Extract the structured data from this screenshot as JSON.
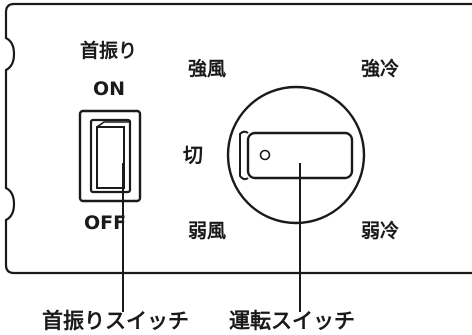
{
  "panel": {
    "swing_label": "首振り",
    "on_label": "ON",
    "off_label": "OFF",
    "dial": {
      "strong_wind": "強風",
      "strong_cool": "強冷",
      "off": "切",
      "weak_wind": "弱風",
      "weak_cool": "弱冷"
    }
  },
  "callouts": {
    "swing_switch": "首振りスイッチ",
    "operation_switch": "運転スイッチ"
  }
}
